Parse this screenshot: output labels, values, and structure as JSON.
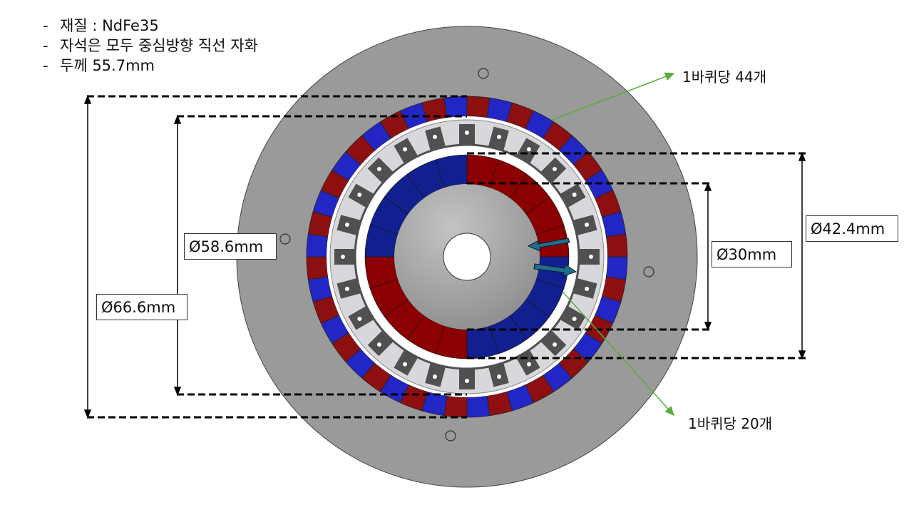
{
  "notes": [
    {
      "bullet": "-",
      "text": "재질 : NdFe35"
    },
    {
      "bullet": "-",
      "text": "자석은 모두 중심방향 직선 자화"
    },
    {
      "bullet": "-",
      "text": "두께 55.7mm"
    }
  ],
  "dimensions": {
    "outer_magnet_diameter": "Ø66.6mm",
    "stator_diameter": "Ø58.6mm",
    "inner_magnet_inner_diameter": "Ø30mm",
    "inner_magnet_outer_diameter": "Ø42.4mm"
  },
  "callouts": {
    "outer_ring": "1바퀴당 44개",
    "inner_ring": "1바퀴당 20개"
  },
  "diagram": {
    "outer_magnet_count": 44,
    "inner_magnet_count": 20,
    "stator_teeth_count": 24,
    "colors": {
      "north": "#8e0f0f",
      "south": "#2226c4",
      "inner_south": "#12208f",
      "inner_north": "#8b0000",
      "disk": "#9a9a9a",
      "stator": "#d8d8dc",
      "tooth": "#505050",
      "arrow": "#1f6f8b",
      "callout_line": "#5aac3a"
    }
  }
}
